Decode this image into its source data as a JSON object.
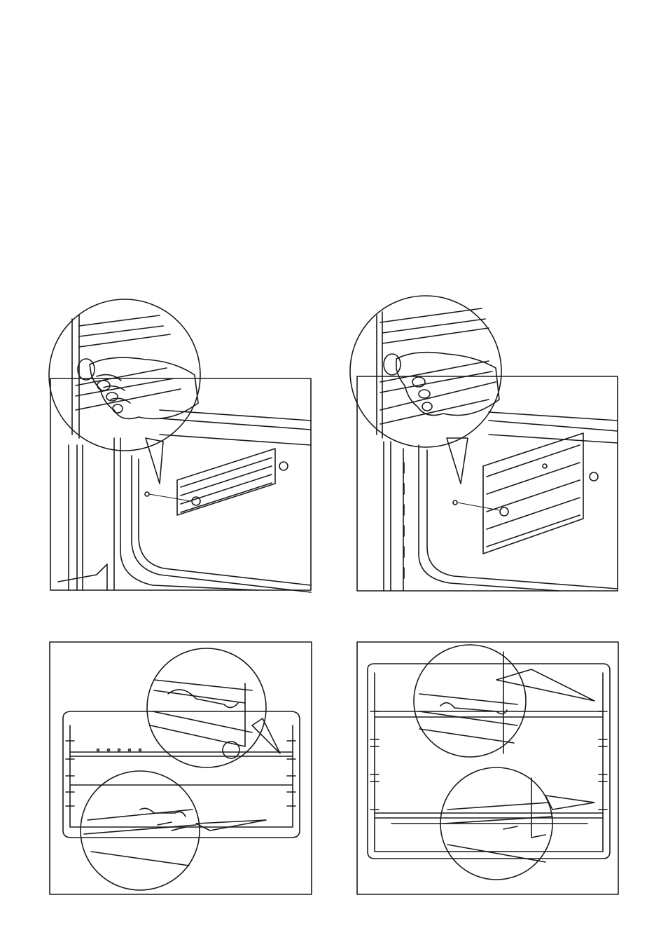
{
  "page": {
    "figures": [
      {
        "id": "fig-top-left",
        "icon": "hand-unscrewing-rail-illustration"
      },
      {
        "id": "fig-top-right",
        "icon": "hand-unscrewing-rail-illustration"
      },
      {
        "id": "fig-bottom-left",
        "icon": "shelf-runner-detail-illustration"
      },
      {
        "id": "fig-bottom-right",
        "icon": "shelf-runner-detail-illustration"
      }
    ],
    "colors": {
      "line": "#1a1a1a",
      "detail_fill": "#d4d4d4",
      "background": "#ffffff"
    }
  }
}
